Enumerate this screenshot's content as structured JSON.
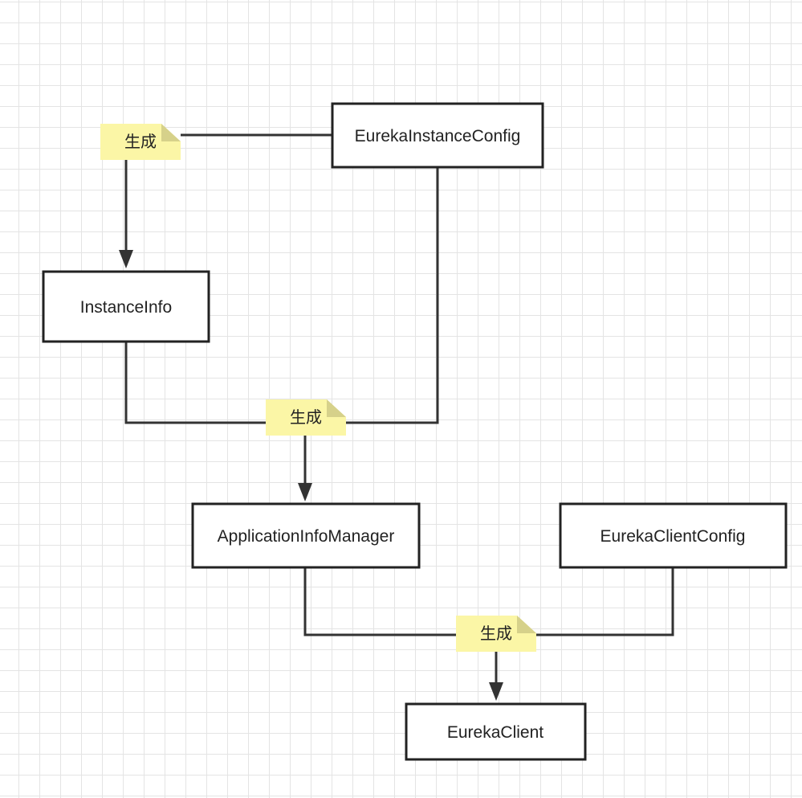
{
  "nodes": {
    "eureka_instance_config": "EurekaInstanceConfig",
    "instance_info": "InstanceInfo",
    "application_info_manager": "ApplicationInfoManager",
    "eureka_client_config": "EurekaClientConfig",
    "eureka_client": "EurekaClient"
  },
  "notes": {
    "generate_1": "生成",
    "generate_2": "生成",
    "generate_3": "生成"
  },
  "colors": {
    "node_border": "#222222",
    "node_fill": "#ffffff",
    "connector": "#333333",
    "note_fill": "#fbf6a6",
    "note_fold": "#d6d18a",
    "grid_line": "#e4e4e4"
  }
}
